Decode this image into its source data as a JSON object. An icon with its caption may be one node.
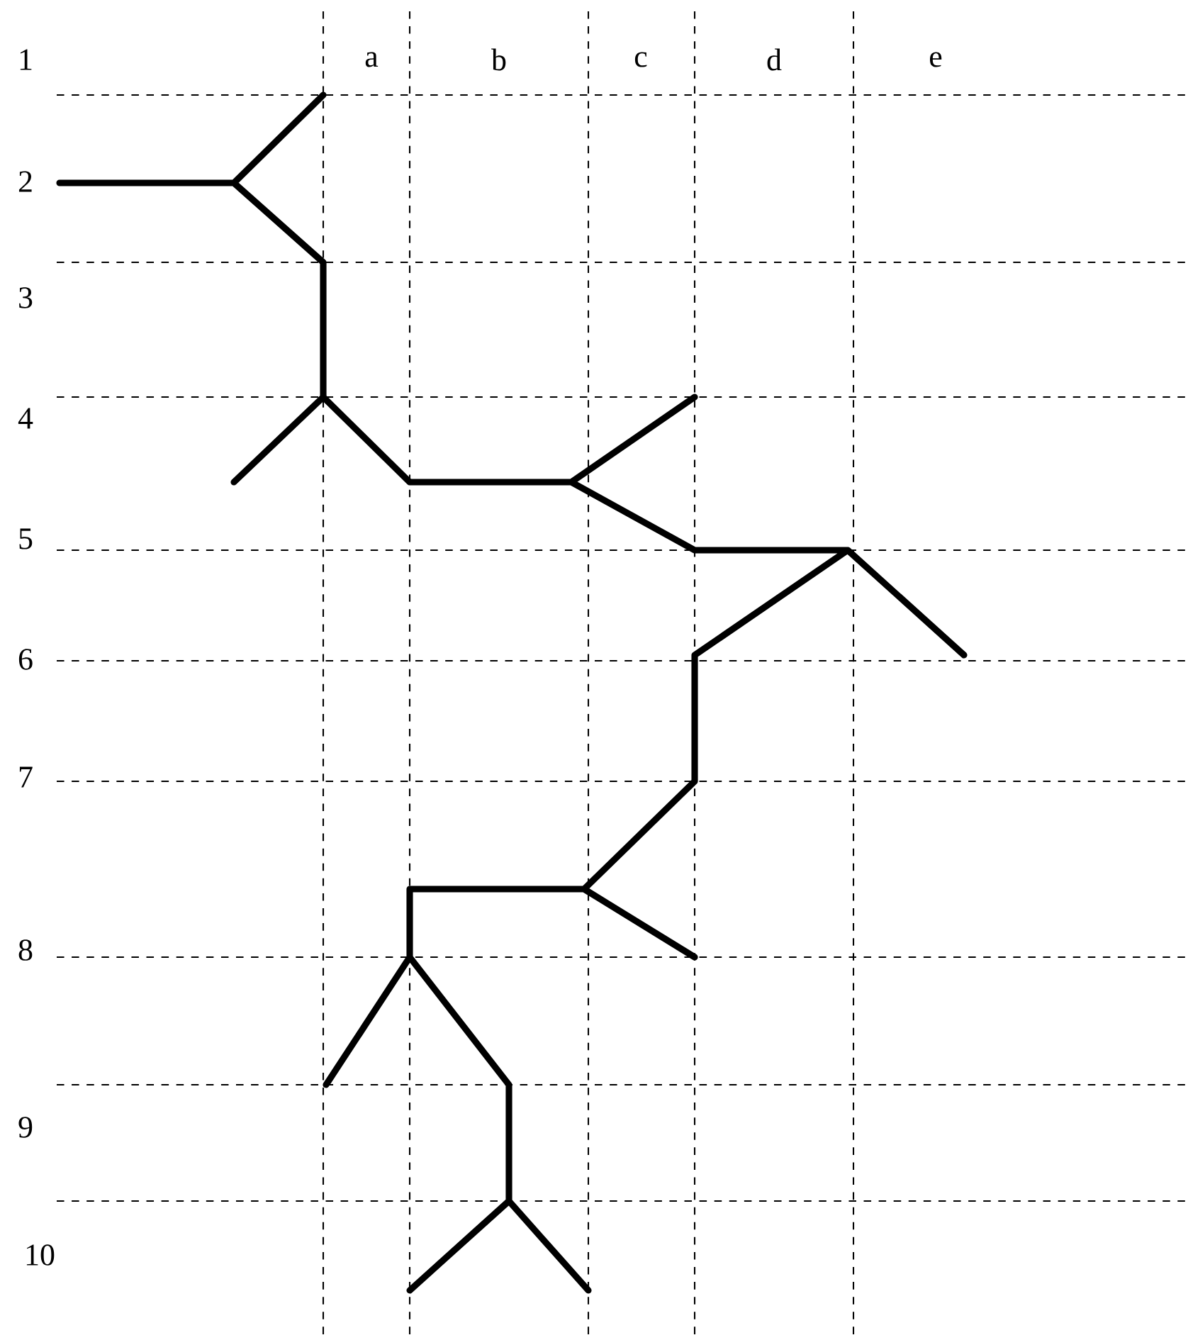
{
  "diagram": {
    "labels": [
      "1",
      "a",
      "b",
      "c",
      "d",
      "e",
      "2",
      "3",
      "4",
      "5",
      "6",
      "7",
      "8",
      "9",
      "10"
    ]
  }
}
